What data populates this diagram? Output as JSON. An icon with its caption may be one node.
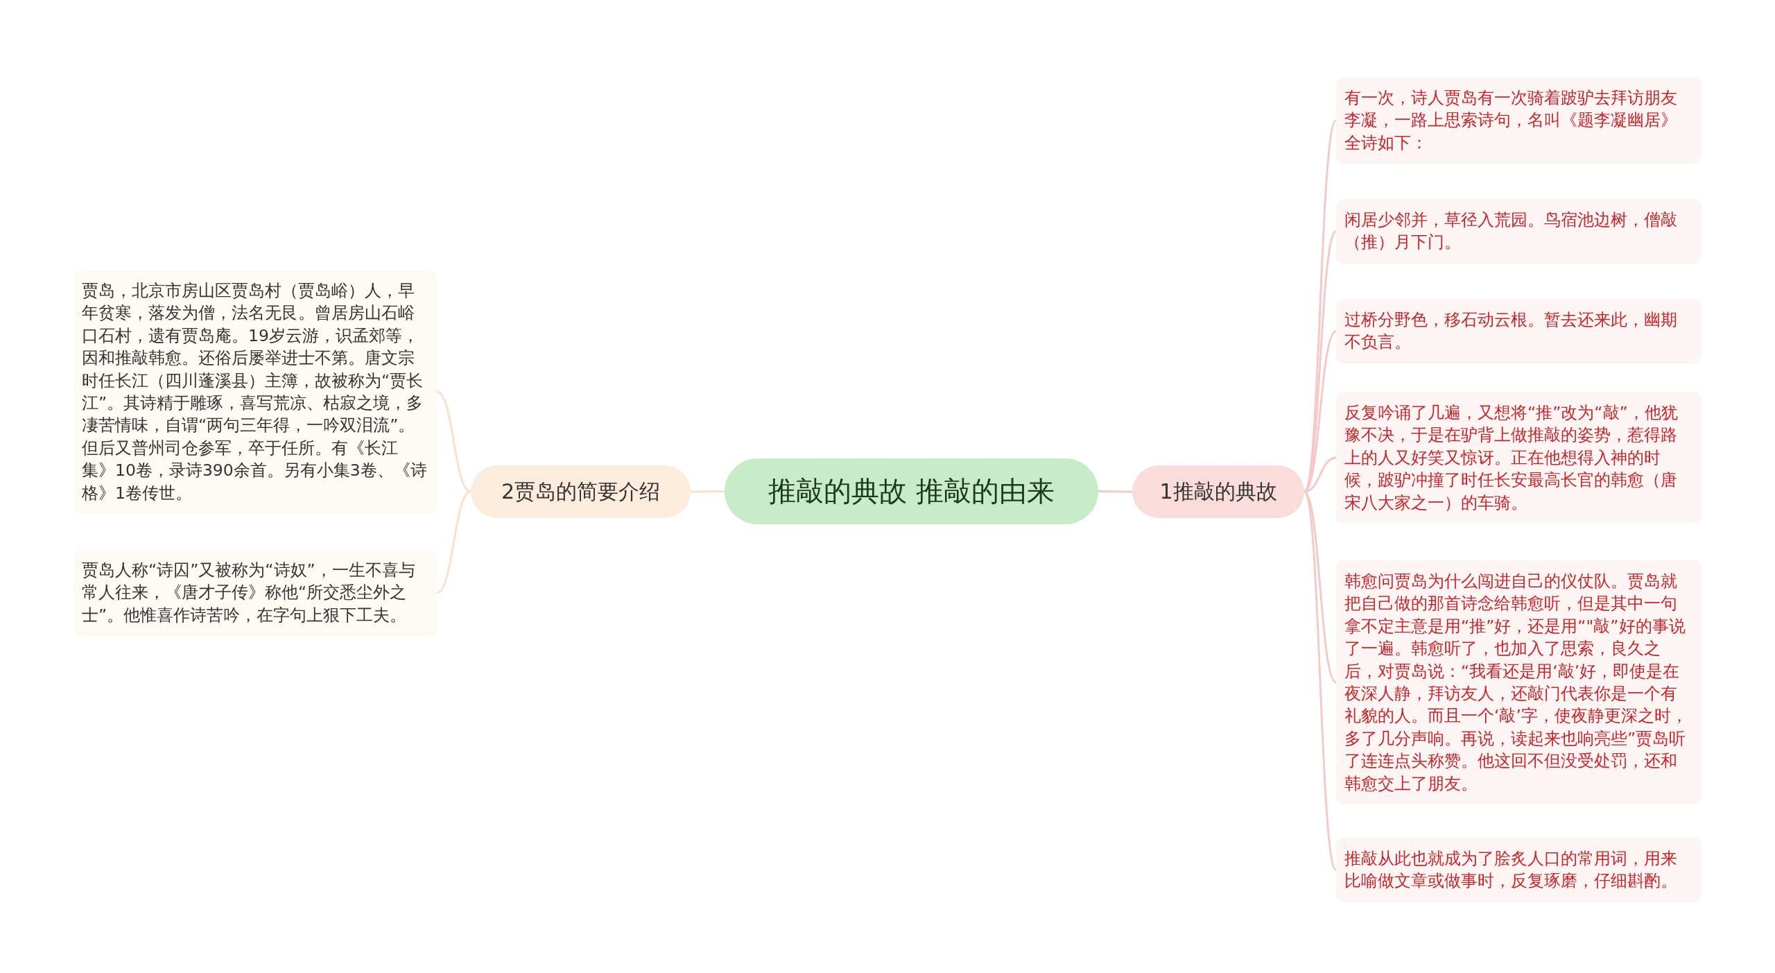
{
  "diagram": {
    "nodes": [
      {
        "text": [
          "推敲的典故 推敲的由来"
        ]
      },
      {
        "text": [
          "1推敲的典故"
        ]
      },
      {
        "text": [
          "有一次，诗人贾岛有一次骑着跛驴去拜访朋友李凝，一路上思索诗句，名叫《题李凝幽居》全诗如下："
        ]
      },
      {
        "text": [
          "闲居少邻并，草径入荒园。鸟宿池边树，僧敲（推）月下门。"
        ]
      },
      {
        "text": [
          "过桥分野色，移石动云根。暂去还来此，幽期不负言。"
        ]
      },
      {
        "text": [
          "反复吟诵了几遍，又想将“推”改为“敲”，他犹豫不决，于是在驴背上做推敲的姿势，惹得路上的人又好笑又惊讶。正在他想得入神的时候，跛驴冲撞了时任长安最高长官的韩愈（唐宋八大家之一）的车骑。"
        ]
      },
      {
        "text": [
          "韩愈问贾岛为什么闯进自己的仪仗队。贾岛就把自己做的那首诗念给韩愈听，但是其中一句拿不定主意是用“推”好，还是用“\"敲”好的事说了一遍。韩愈听了，也加入了思索，良久之后，对贾岛说：“我看还是用‘敲’好，即使是在夜深人静，拜访友人，还敲门代表你是一个有礼貌的人。而且一个‘敲’字，使夜静更深之时，多了几分声响。再说，读起来也响亮些”贾岛听了连连点头称赞。他这回不但没受处罚，还和韩愈交上了朋友。"
        ]
      },
      {
        "text": [
          "推敲从此也就成为了脍炙人口的常用词，用来比喻做文章或做事时，反复琢磨，仔细斟酌。"
        ]
      },
      {
        "text": [
          "2贾岛的简要介绍"
        ]
      },
      {
        "text": [
          "贾岛，北京市房山区贾岛村（贾岛峪）人，早年贫寒，落发为僧，法名无艮。曾居房山石峪口石村，遗有贾岛庵。19岁云游，识孟郊等，因和推敲韩愈。还俗后屡举进士不第。唐文宗时任长江（四川蓬溪县）主簿，故被称为“贾长江”。其诗精于雕琢，喜写荒凉、枯寂之境，多凄苦情味，自谓“两句三年得，一吟双泪流”。但后又普州司仓参军，卒于任所。有《长江集》10卷，录诗390余首。另有小集3卷、《诗格》1卷传世。"
        ]
      },
      {
        "text": [
          "贾岛人称“诗囚”又被称为“诗奴”，一生不喜与常人往来，《唐才子传》称他“所交悉尘外之士”。他惟喜作诗苦吟，在字句上狠下工夫。"
        ]
      }
    ],
    "edges": [
      {
        "from": 0,
        "to": 1,
        "arrow": "none"
      },
      {
        "from": 1,
        "to": 2,
        "arrow": "none"
      },
      {
        "from": 1,
        "to": 3,
        "arrow": "none"
      },
      {
        "from": 1,
        "to": 4,
        "arrow": "none"
      },
      {
        "from": 1,
        "to": 5,
        "arrow": "none"
      },
      {
        "from": 1,
        "to": 6,
        "arrow": "none"
      },
      {
        "from": 1,
        "to": 7,
        "arrow": "none"
      },
      {
        "from": 0,
        "to": 8,
        "arrow": "none",
        "color": "#fbe1cc"
      },
      {
        "from": 8,
        "to": 9,
        "arrow": "none",
        "color": "#fbe1cc"
      },
      {
        "from": 8,
        "to": 10,
        "arrow": "none",
        "color": "#fbe1cc"
      }
    ]
  }
}
